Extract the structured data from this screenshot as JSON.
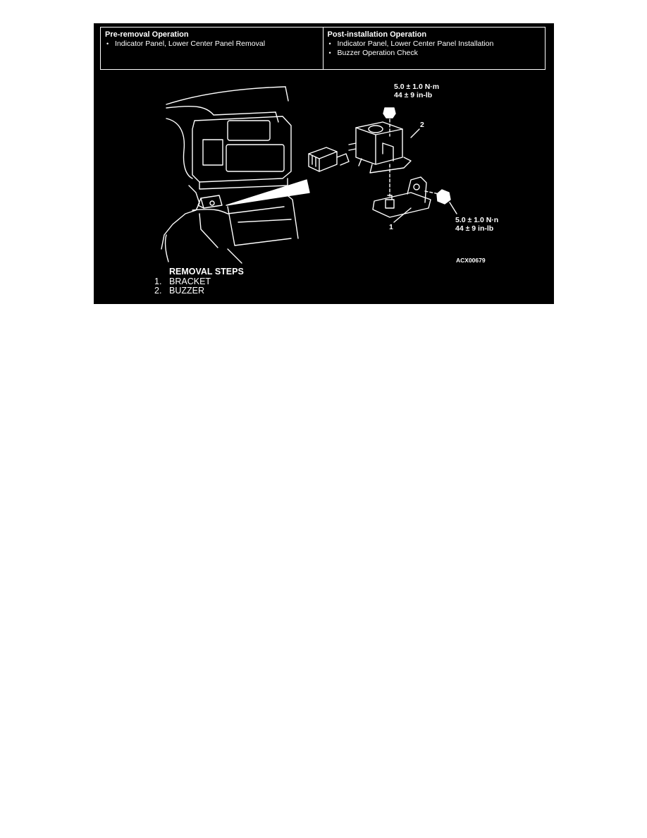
{
  "pre_removal": {
    "heading": "Pre-removal Operation",
    "items": [
      "Indicator Panel, Lower Center Panel Removal"
    ]
  },
  "post_installation": {
    "heading": "Post-installation Operation",
    "items": [
      "Indicator Panel, Lower Center Panel Installation",
      "Buzzer Operation Check"
    ]
  },
  "callouts": {
    "torque_top_line1": "5.0 ± 1.0 N·m",
    "torque_top_line2": "44 ± 9 in-lb",
    "torque_side_line1": "5.0 ± 1.0 N·n",
    "torque_side_line2": "44 ± 9 in-lb",
    "part_1": "1",
    "part_2": "2",
    "figure_code": "ACX00679"
  },
  "removal_steps": {
    "title": "REMOVAL STEPS",
    "steps": [
      {
        "num": "1.",
        "label": "BRACKET"
      },
      {
        "num": "2.",
        "label": "BUZZER"
      }
    ]
  },
  "colors": {
    "background": "#000000",
    "ink": "#ffffff",
    "page": "#ffffff"
  }
}
